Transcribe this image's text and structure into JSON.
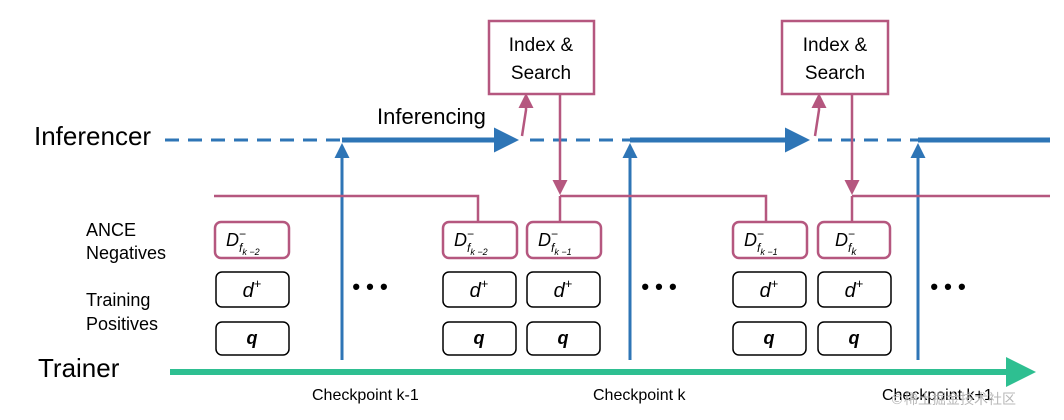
{
  "rows": {
    "inferencer": "Inferencer",
    "trainer": "Trainer",
    "ance_line1": "ANCE",
    "ance_line2": "Negatives",
    "training_line1": "Training",
    "training_line2": "Positives"
  },
  "inferencing_label": "Inferencing",
  "index_search_boxes": [
    {
      "line1": "Index &",
      "line2": "Search"
    },
    {
      "line1": "Index &",
      "line2": "Search"
    }
  ],
  "checkpoints": [
    "Checkpoint k-1",
    "Checkpoint k",
    "Checkpoint k+1"
  ],
  "negatives": [
    {
      "symbol": "D",
      "sup": "−",
      "sub_f": "f",
      "sub_k": "k −2"
    },
    {
      "symbol": "D",
      "sup": "−",
      "sub_f": "f",
      "sub_k": "k −2"
    },
    {
      "symbol": "D",
      "sup": "−",
      "sub_f": "f",
      "sub_k": "k −1"
    },
    {
      "symbol": "D",
      "sup": "−",
      "sub_f": "f",
      "sub_k": "k −1"
    },
    {
      "symbol": "D",
      "sup": "−",
      "sub_f": "f",
      "sub_k": "k"
    }
  ],
  "positive_symbol": "d",
  "positive_sup": "+",
  "query_symbol": "q",
  "ellipsis": "• • •",
  "watermark": "©稀土掘金技术社区",
  "colors": {
    "blue": "#2e75b6",
    "magenta": "#b5577f",
    "teal": "#2ebf91",
    "black": "#000000"
  }
}
